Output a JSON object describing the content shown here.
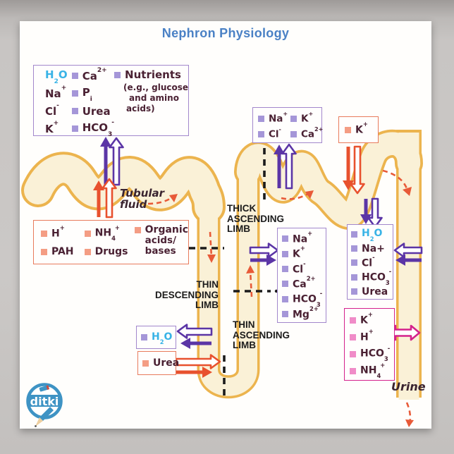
{
  "poster": {
    "title": "Nephron Physiology"
  },
  "boxes": {
    "filtrate": {
      "col1": [
        "H_{2}O",
        "Na^{+}",
        "Cl^{-}",
        "K^{+}"
      ],
      "col2": [
        "Ca^{2+}",
        "P_{i}",
        "Urea",
        "HCO_{3}^{-}"
      ],
      "nutrients_title": "Nutrients",
      "nutrients_lines": [
        "(e.g., glucose",
        "and amino",
        "acids)"
      ]
    },
    "secreted": {
      "col1": [
        "H^{+}",
        "PAH"
      ],
      "col2": [
        "NH_{4}^{+}",
        "Drugs"
      ],
      "col3": [
        "Organic",
        "acids/",
        "bases"
      ]
    },
    "distal": {
      "items": [
        "Na^{+}",
        "K^{+}",
        "Cl^{-}",
        "Ca^{2+}"
      ]
    },
    "k_secretion": {
      "items": [
        "K^{+}"
      ]
    },
    "thick_limb": {
      "items": [
        "Na^{+}",
        "K^{+}",
        "Cl^{-}",
        "Ca^{2+}",
        "HCO_{3}^{-}",
        "Mg^{2+}"
      ]
    },
    "collecting": {
      "items": [
        "H_{2}O",
        "Na+",
        "Cl^{-}",
        "HCO_{3}^{-}",
        "Urea"
      ]
    },
    "collecting_exchange": {
      "items": [
        "K^{+}",
        "H^{+}",
        "HCO_{3}^{-}",
        "NH_{4}^{+}"
      ]
    },
    "water": {
      "items": [
        "H_{2}O"
      ]
    },
    "urea": {
      "items": [
        "Urea"
      ]
    }
  },
  "labels": {
    "tubular_fluid": [
      "Tubular",
      "fluid"
    ],
    "thick_ascending": [
      "THICK",
      "ASCENDING",
      "LIMB"
    ],
    "thin_descending": [
      "THIN",
      "DESCENDING",
      "LIMB"
    ],
    "thin_ascending": [
      "THIN",
      "ASCENDING",
      "LIMB"
    ],
    "urine": "Urine"
  },
  "logo": {
    "text": "ditki"
  },
  "colors": {
    "title_blue": "#4a81c5",
    "purple_arrow": "#5b35a6",
    "purple_border": "#a287cc",
    "purple_bullet": "#a596d8",
    "red_arrow": "#e8512e",
    "red_border": "#e87b5c",
    "salmon_bullet": "#f49d84",
    "magenta": "#d4218c",
    "pink_bullet": "#f08cc8",
    "water_cyan": "#38b3e6",
    "tube_fill": "#faf1d7",
    "tube_outline": "#ecb44e",
    "text_maroon": "#4a2133"
  }
}
